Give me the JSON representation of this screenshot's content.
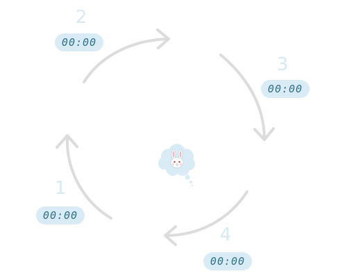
{
  "steps": [
    {
      "number": "1",
      "time": "00:00"
    },
    {
      "number": "2",
      "time": "00:00"
    },
    {
      "number": "3",
      "time": "00:00"
    },
    {
      "number": "4",
      "time": "00:00"
    }
  ],
  "colors": {
    "arrow": "#dcdcdc",
    "number": "#d7e9f3",
    "pill_bg": "#d9ecf5",
    "pill_text": "#2f6f86",
    "cloud": "#d9ecf5"
  },
  "center": {
    "icon": "bunny-thought-cloud-icon"
  }
}
